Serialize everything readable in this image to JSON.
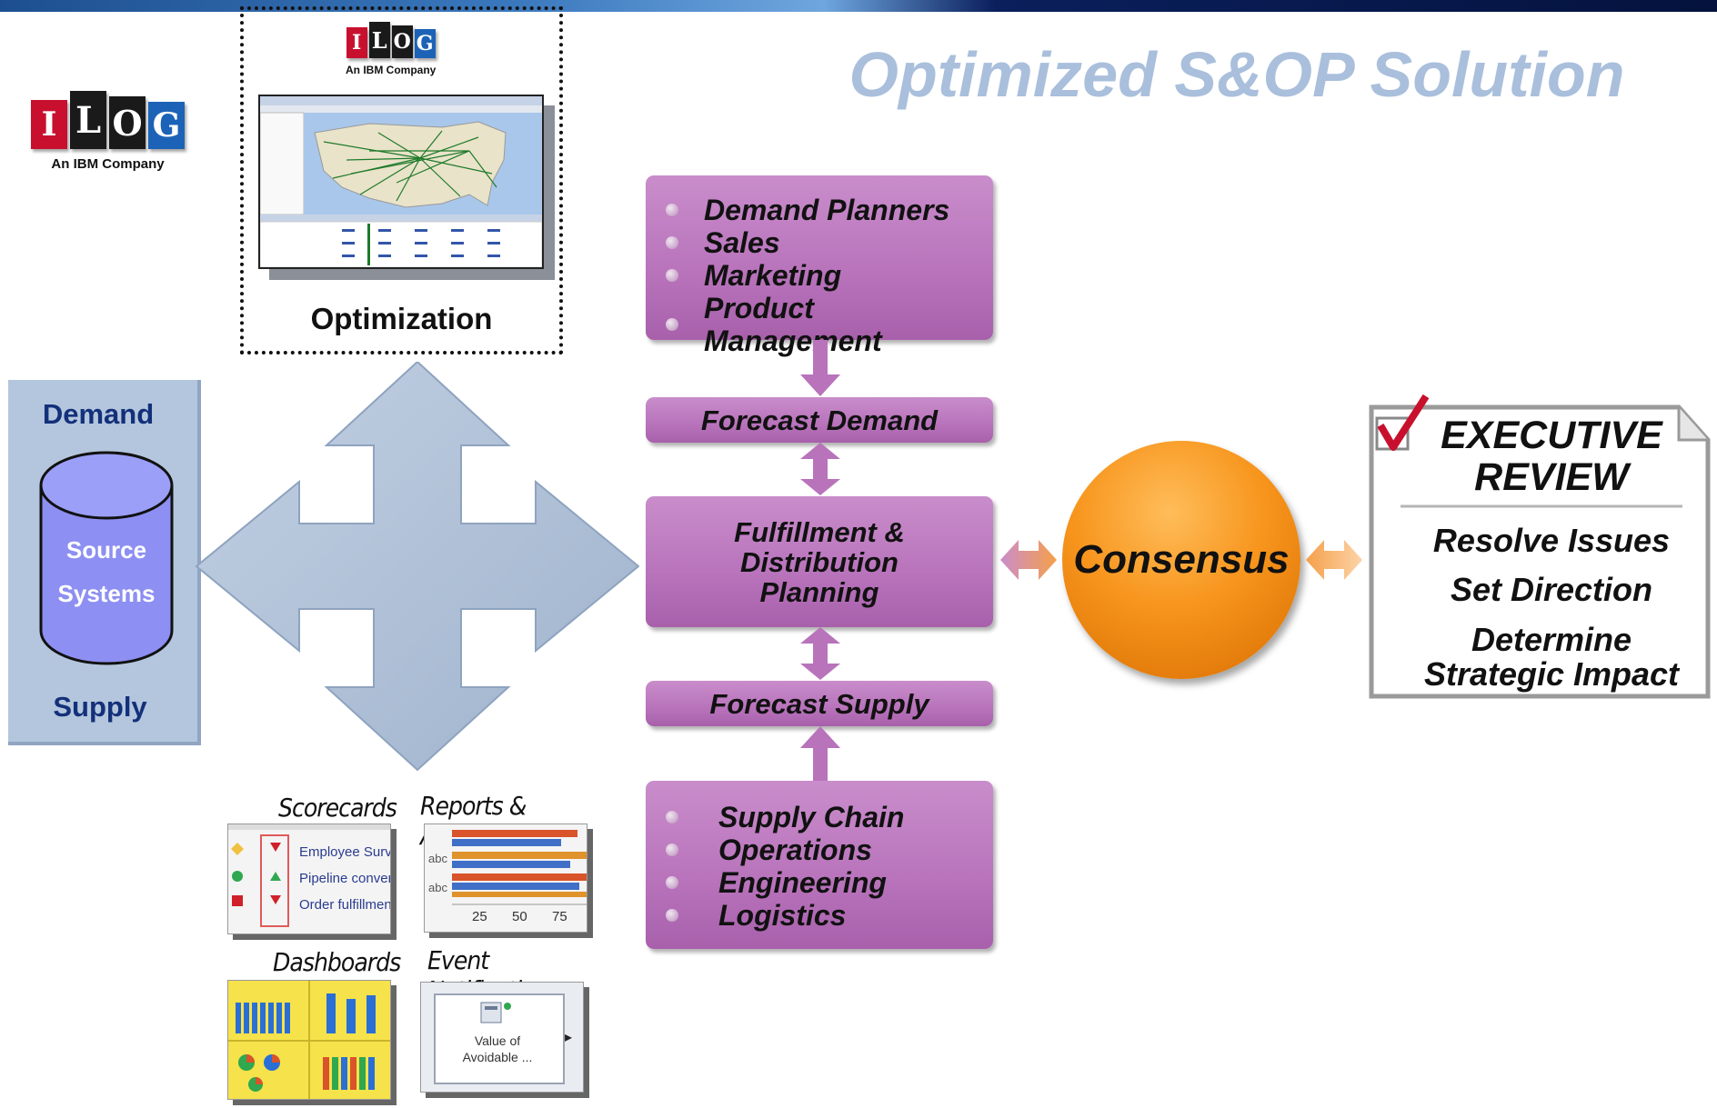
{
  "header": {
    "title": "Optimized S&OP Solution"
  },
  "logo": {
    "letters": [
      "I",
      "L",
      "O",
      "G"
    ],
    "subtitle": "An IBM Company"
  },
  "optimization": {
    "label": "Optimization"
  },
  "source_panel": {
    "top": "Demand",
    "db_line1": "Source",
    "db_line2": "Systems",
    "bottom": "Supply"
  },
  "demand_box": {
    "items": [
      "Demand Planners",
      "Sales",
      "Marketing",
      "Product Management"
    ]
  },
  "forecast_demand": "Forecast Demand",
  "fulfillment": {
    "line1": "Fulfillment &",
    "line2": "Distribution",
    "line3": "Planning"
  },
  "forecast_supply": "Forecast Supply",
  "supply_box": {
    "items": [
      "Supply Chain",
      "Operations",
      "Engineering",
      "Logistics"
    ]
  },
  "consensus": "Consensus",
  "executive_review": {
    "title_line1": "EXECUTIVE",
    "title_line2": "REVIEW",
    "items": [
      "Resolve Issues",
      "Set Direction",
      "Determine",
      "Strategic Impact"
    ]
  },
  "thumbnails": {
    "scorecards": {
      "label": "Scorecards",
      "rows": [
        "Employee Surve",
        "Pipeline convers",
        "Order fulfillment"
      ]
    },
    "reports": {
      "label": "Reports & Analysis",
      "row_label": "abc",
      "ticks": [
        "25",
        "50",
        "75"
      ]
    },
    "dashboards": {
      "label": "Dashboards"
    },
    "events": {
      "label": "Event Notification",
      "line1": "Value of",
      "line2": "Avoidable ..."
    }
  },
  "colors": {
    "title": "#a9bfdc",
    "process_box": "#b873bb",
    "consensus": "#f7951d",
    "arrows": "#aebfd6",
    "panel": "#b4c6dd",
    "demand_supply_text": "#13307a"
  }
}
